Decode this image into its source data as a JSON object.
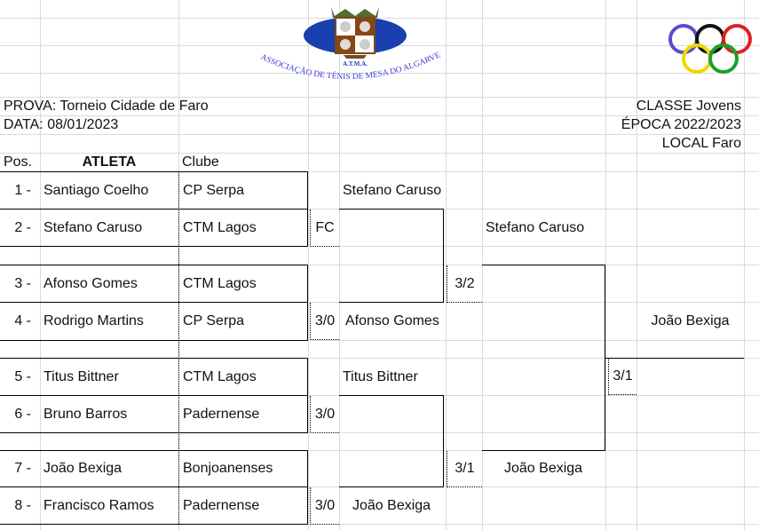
{
  "logo": {
    "acronym": "A.T.M.A.",
    "arc_text": "ASSOCIAÇÃO DE TÉNIS DE MESA DO ALGARVE"
  },
  "header": {
    "prova": "PROVA: Torneio Cidade de Faro",
    "data": "DATA: 08/01/2023",
    "classe": "CLASSE Jovens",
    "epoca": "ÉPOCA 2022/2023",
    "local": "LOCAL Faro"
  },
  "columns": {
    "pos": "Pos.",
    "atleta": "ATLETA",
    "clube": "Clube"
  },
  "players": [
    {
      "pos": "1 -",
      "name": "Santiago Coelho",
      "club": "CP Serpa"
    },
    {
      "pos": "2 -",
      "name": "Stefano Caruso",
      "club": "CTM Lagos"
    },
    {
      "pos": "3 -",
      "name": "Afonso Gomes",
      "club": "CTM Lagos"
    },
    {
      "pos": "4 -",
      "name": "Rodrigo Martins",
      "club": "CP Serpa"
    },
    {
      "pos": "5 -",
      "name": "Titus Bittner",
      "club": "CTM Lagos"
    },
    {
      "pos": "6 -",
      "name": "Bruno Barros",
      "club": "Padernense"
    },
    {
      "pos": "7 -",
      "name": "João Bexiga",
      "club": "Bonjoanenses"
    },
    {
      "pos": "8 -",
      "name": "Francisco Ramos",
      "club": "Padernense"
    }
  ],
  "round1": [
    {
      "winner": "Stefano Caruso",
      "score": "FC"
    },
    {
      "winner": "Afonso Gomes",
      "score": "3/0"
    },
    {
      "winner": "Titus Bittner",
      "score": "3/0"
    },
    {
      "winner": "João Bexiga",
      "score": "3/0"
    }
  ],
  "round2": [
    {
      "winner": "Stefano Caruso",
      "score": "3/2"
    },
    {
      "winner": "João Bexiga",
      "score": "3/1"
    }
  ],
  "final": {
    "winner": "João Bexiga",
    "score": "3/1"
  },
  "colors": {
    "grid": "#dadada",
    "logo_blue": "#1a3fae",
    "logo_text": "#3a3ad8"
  }
}
